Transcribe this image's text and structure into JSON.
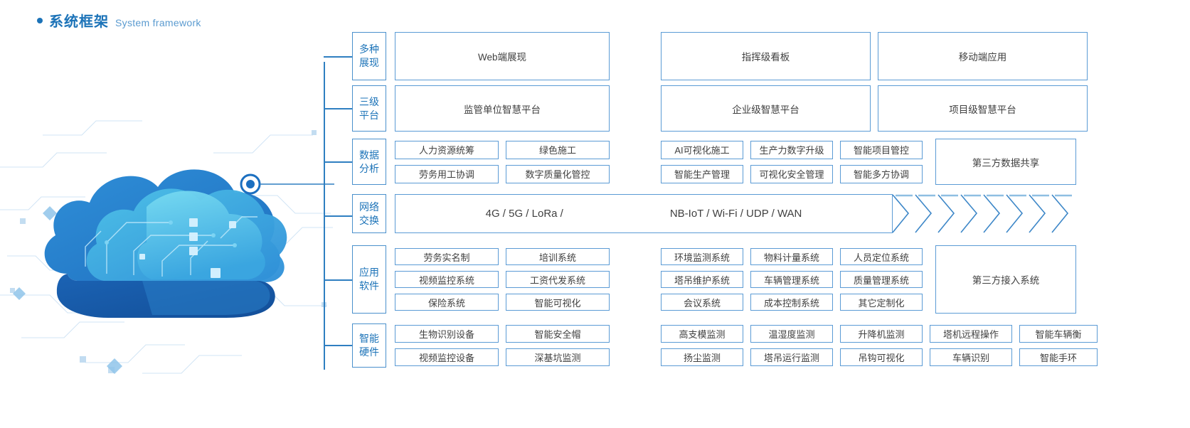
{
  "heading": {
    "zh": "系统框架",
    "en": "System framework",
    "accent": "#1c73b8"
  },
  "colors": {
    "border": "#5b9bd5",
    "tag_border": "#4a90cc",
    "tag_text": "#1c73b8",
    "cell_text": "#404040",
    "line": "#2f7fc1"
  },
  "rows": [
    {
      "tag": {
        "line1": "多种",
        "line2": "展现"
      },
      "type": "three-wide",
      "boxes": [
        "Web端展现",
        "指挥级看板",
        "移动端应用"
      ]
    },
    {
      "tag": {
        "line1": "三级",
        "line2": "平台"
      },
      "type": "three-wide",
      "boxes": [
        "监管单位智慧平台",
        "企业级智慧平台",
        "项目级智慧平台"
      ]
    },
    {
      "tag": {
        "line1": "数据",
        "line2": "分析"
      },
      "type": "grid",
      "left_grid": [
        [
          "人力资源统筹",
          "绿色施工"
        ],
        [
          "劳务用工协调",
          "数字质量化管控"
        ]
      ],
      "right_grid": [
        [
          "AI可视化施工",
          "生产力数字升级",
          "智能项目管控"
        ],
        [
          "智能生产管理",
          "可视化安全管理",
          "智能多方协调"
        ]
      ],
      "tail_box": "第三方数据共享"
    },
    {
      "tag": {
        "line1": "网络",
        "line2": "交换"
      },
      "type": "network",
      "labels": [
        "4G / 5G / LoRa /",
        "NB-IoT / Wi-Fi / UDP / WAN"
      ],
      "chevron_count": 8
    },
    {
      "tag": {
        "line1": "应用",
        "line2": "软件"
      },
      "type": "grid",
      "left_grid": [
        [
          "劳务实名制",
          "培训系统"
        ],
        [
          "视频监控系统",
          "工资代发系统"
        ],
        [
          "保险系统",
          "智能可视化"
        ]
      ],
      "right_grid": [
        [
          "环境监测系统",
          "物料计量系统",
          "人员定位系统"
        ],
        [
          "塔吊维护系统",
          "车辆管理系统",
          "质量管理系统"
        ],
        [
          "会议系统",
          "成本控制系统",
          "其它定制化"
        ]
      ],
      "tail_box": "第三方接入系统"
    },
    {
      "tag": {
        "line1": "智能",
        "line2": "硬件"
      },
      "type": "grid-wide",
      "left_grid": [
        [
          "生物识别设备",
          "智能安全帽"
        ],
        [
          "视频监控设备",
          "深基坑监测"
        ]
      ],
      "right_grid": [
        [
          "高支模监测",
          "温湿度监测",
          "升降机监测",
          "塔机远程操作",
          "智能车辆衡"
        ],
        [
          "扬尘监测",
          "塔吊运行监测",
          "吊钩可视化",
          "车辆识别",
          "智能手环"
        ]
      ]
    }
  ]
}
